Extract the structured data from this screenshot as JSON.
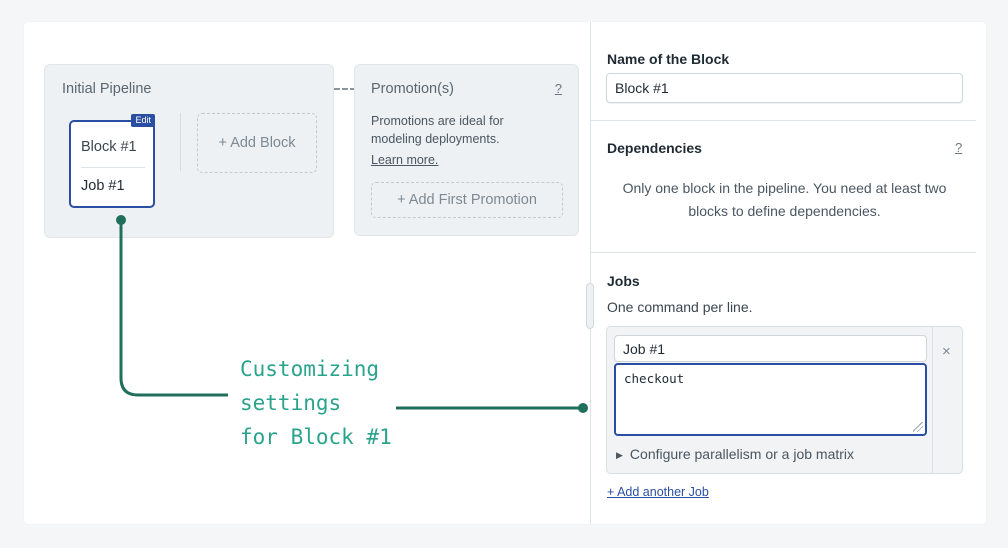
{
  "pipeline": {
    "title": "Initial Pipeline",
    "block": {
      "edit_label": "Edit",
      "name": "Block #1",
      "job": "Job #1"
    },
    "add_block_label": "+ Add Block"
  },
  "promotions": {
    "title": "Promotion(s)",
    "help": "?",
    "description": "Promotions are ideal for modeling deployments.",
    "learn_more": "Learn more.",
    "add_label": "+ Add First Promotion"
  },
  "annotation": {
    "text": "Customizing\nsettings\nfor Block #1",
    "color": "#2aa38c"
  },
  "panel": {
    "name_label": "Name of the Block",
    "name_value": "Block #1",
    "dependencies": {
      "label": "Dependencies",
      "help": "?",
      "text": "Only one block in the pipeline. You need at least two blocks to define dependencies."
    },
    "jobs": {
      "label": "Jobs",
      "hint": "One command per line.",
      "job_name": "Job #1",
      "command": "checkout",
      "remove_icon": "×",
      "parallelism": "Configure parallelism or a job matrix",
      "add_job": "+ Add another Job"
    }
  },
  "colors": {
    "accent": "#2a4ea2",
    "annotation": "#2aa38c"
  }
}
